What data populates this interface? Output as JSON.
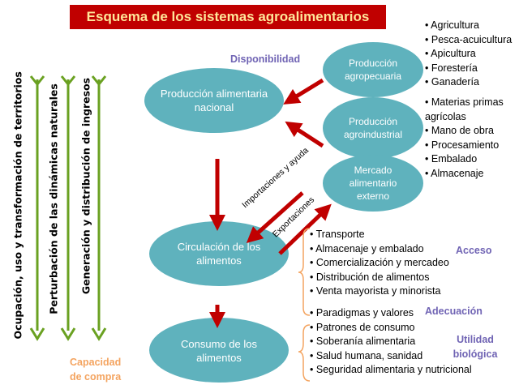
{
  "title": "Esquema de los sistemas agroalimentarios",
  "nodes": {
    "nacional": "Producción alimentaria nacional",
    "agropecuaria": "Producción agropecuaria",
    "agroindustrial": "Producción agroindustrial",
    "mercado": "Mercado alimentario externo",
    "circulacion": "Circulación de los alimentos",
    "consumo": "Consumo de los alimentos"
  },
  "labels": {
    "disponibilidad": "Disponibilidad",
    "acceso": "Acceso",
    "adecuacion": "Adecuación",
    "utilidad": "Utilidad biológica",
    "capacidad": "Capacidad de compra",
    "importaciones": "Importaciones y ayuda",
    "exportaciones": "Exportaciones"
  },
  "vertical_factors": [
    "Ocupación, uso y transformación de territorios",
    "Perturbación de las dinámicas naturales",
    "Generación y distribución de ingresos"
  ],
  "agropecuaria_items": [
    "Agricultura",
    "Pesca-acuicultura",
    "Apicultura",
    "Forestería",
    "Ganadería"
  ],
  "agroindustrial_items": [
    "Materias primas agrícolas",
    "Mano de obra",
    "Procesamiento",
    "Embalado",
    "Almacenaje"
  ],
  "circulacion_items": [
    "Transporte",
    "Almacenaje y embalado",
    "Comercialización y mercadeo",
    "Distribución de alimentos",
    "Venta mayorista y minorista"
  ],
  "consumo_items": [
    "Paradigmas y valores",
    "Patrones de consumo",
    "Soberanía alimentaria",
    "Salud humana, sanidad",
    "Seguridad alimentaria y nutricional"
  ],
  "colors": {
    "title_bg": "#c00000",
    "title_text": "#ffe699",
    "node": "#5fb2bd",
    "arrow": "#c00000",
    "green": "#6aa121",
    "purple": "#7064b4",
    "orange": "#f4a460"
  }
}
